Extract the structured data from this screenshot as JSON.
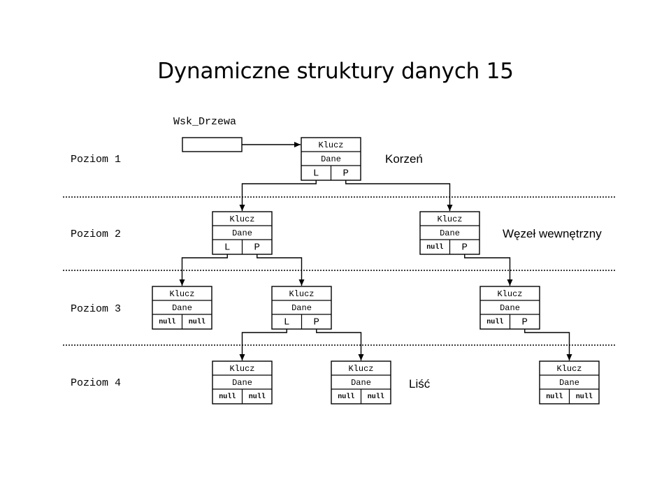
{
  "slide": {
    "title": "Dynamiczne struktury danych 15"
  },
  "pointer": {
    "label": "Wsk_Drzewa"
  },
  "levels": [
    "Poziom 1",
    "Poziom 2",
    "Poziom 3",
    "Poziom 4"
  ],
  "annotations": {
    "root": "Korzeń",
    "internal": "Węzeł wewnętrzny",
    "leaf": "Liść"
  },
  "node_fields": {
    "key": "Klucz",
    "data": "Dane",
    "left": "L",
    "right": "P",
    "null": "null"
  },
  "nodes": [
    {
      "id": "n1",
      "level": 1,
      "left": "L",
      "right": "P"
    },
    {
      "id": "n2a",
      "level": 2,
      "left": "L",
      "right": "P"
    },
    {
      "id": "n2b",
      "level": 2,
      "left": "null",
      "right": "P"
    },
    {
      "id": "n3a",
      "level": 3,
      "left": "null",
      "right": "null"
    },
    {
      "id": "n3b",
      "level": 3,
      "left": "L",
      "right": "P"
    },
    {
      "id": "n3c",
      "level": 3,
      "left": "null",
      "right": "P"
    },
    {
      "id": "n4a",
      "level": 4,
      "left": "null",
      "right": "null"
    },
    {
      "id": "n4b",
      "level": 4,
      "left": "null",
      "right": "null"
    },
    {
      "id": "n4c",
      "level": 4,
      "left": "null",
      "right": "null"
    }
  ],
  "edges": [
    {
      "from": "n1",
      "side": "left",
      "to": "n2a"
    },
    {
      "from": "n1",
      "side": "right",
      "to": "n2b"
    },
    {
      "from": "n2a",
      "side": "left",
      "to": "n3a"
    },
    {
      "from": "n2a",
      "side": "right",
      "to": "n3b"
    },
    {
      "from": "n2b",
      "side": "right",
      "to": "n3c"
    },
    {
      "from": "n3b",
      "side": "left",
      "to": "n4a"
    },
    {
      "from": "n3b",
      "side": "right",
      "to": "n4b"
    },
    {
      "from": "n3c",
      "side": "right",
      "to": "n4c"
    }
  ]
}
